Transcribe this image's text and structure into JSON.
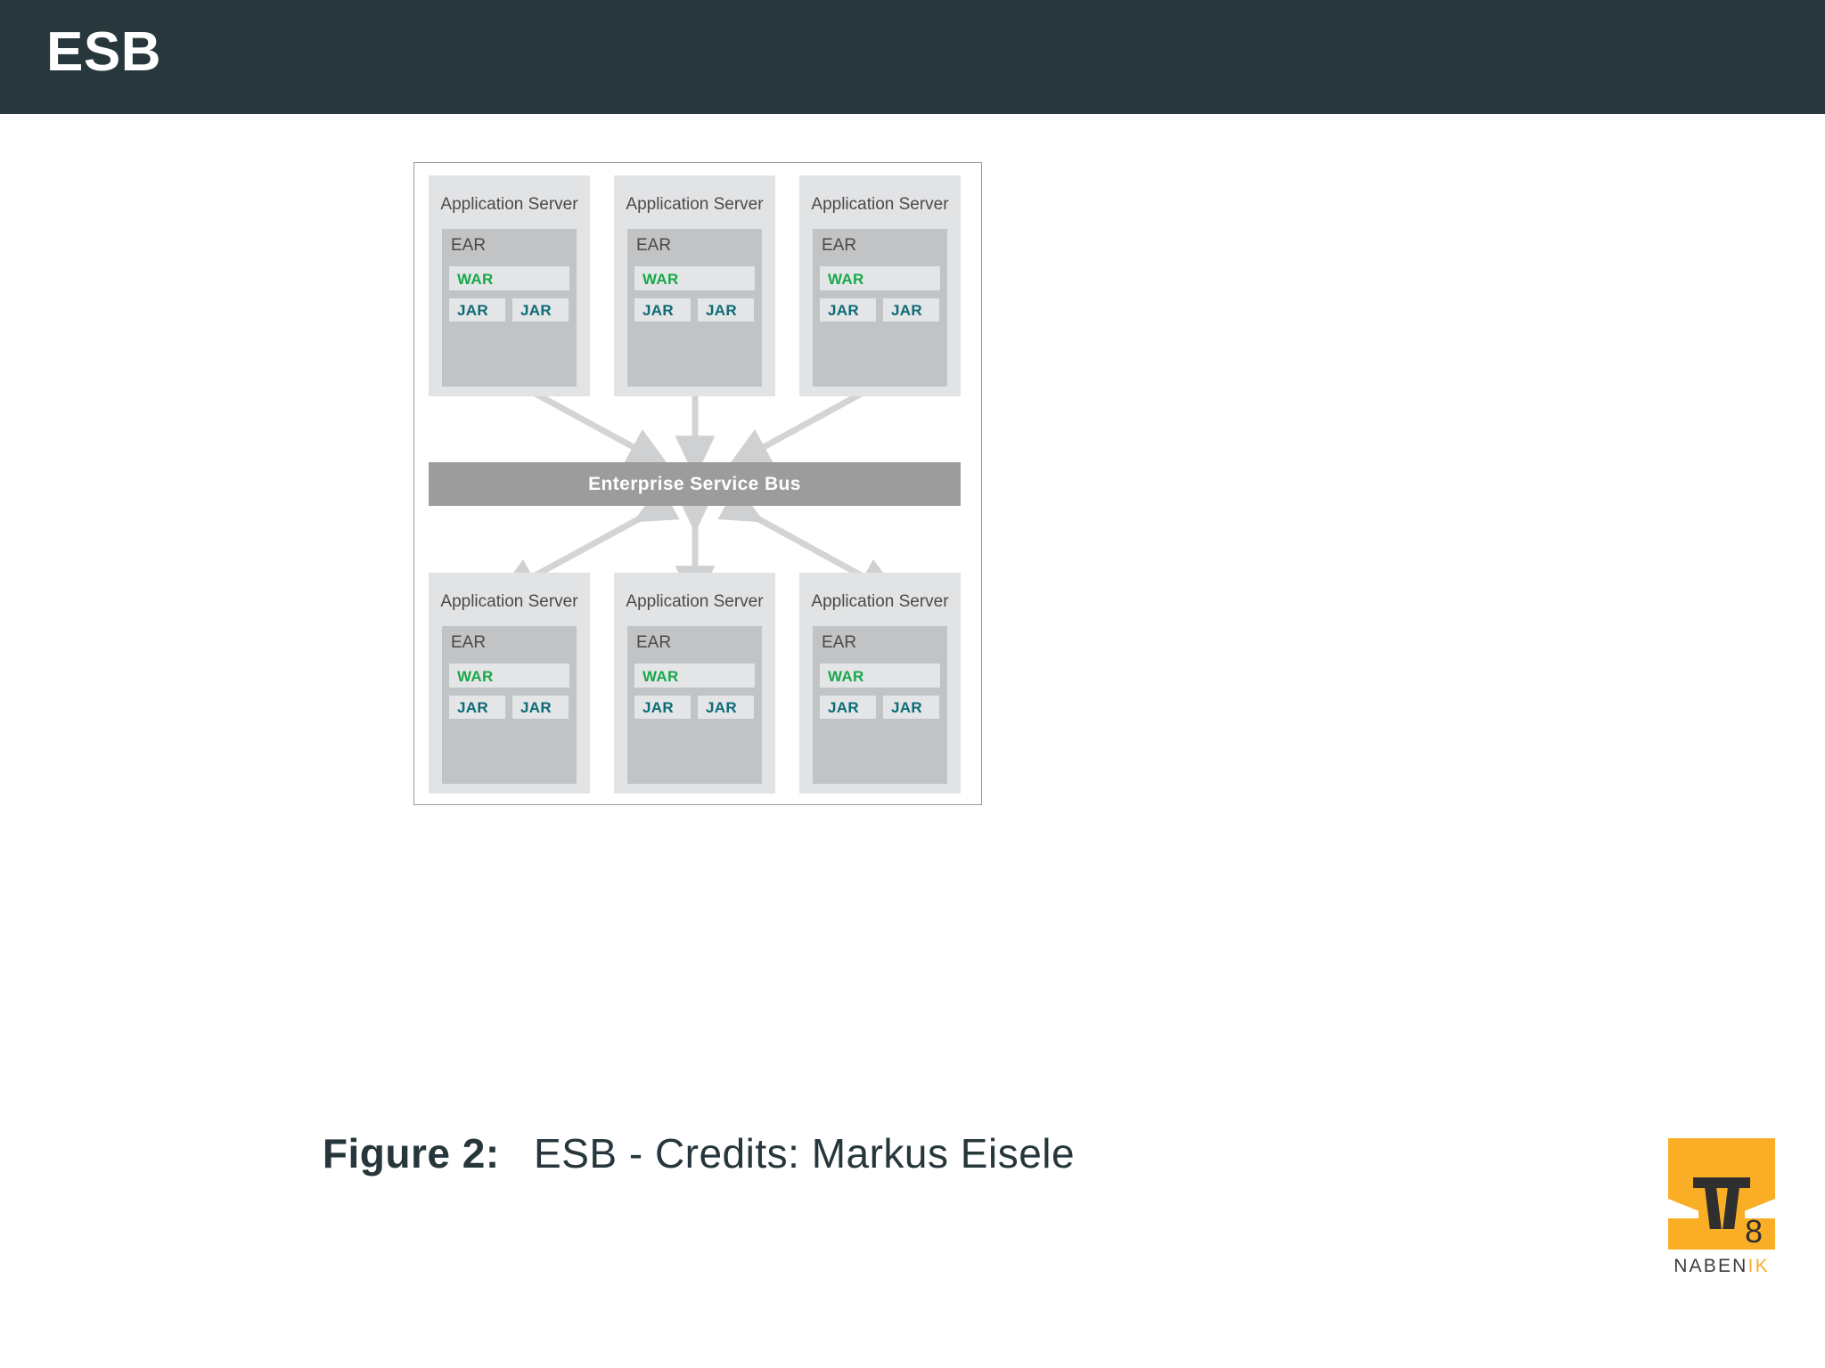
{
  "slide": {
    "title": "ESB",
    "header_color": "#27373b",
    "background_color": "#ffffff"
  },
  "figure": {
    "esb_bus": {
      "label": "Enterprise Service Bus",
      "color": "#9c9c9c",
      "text_color": "#ffffff"
    },
    "app_servers": [
      {
        "position": "top-left",
        "title": "Application Server",
        "ear": {
          "label": "EAR"
        },
        "war": {
          "label": "WAR",
          "color": "#17a84a"
        },
        "jars": [
          {
            "label": "JAR"
          },
          {
            "label": "JAR"
          }
        ]
      },
      {
        "position": "top-center",
        "title": "Application Server",
        "ear": {
          "label": "EAR"
        },
        "war": {
          "label": "WAR",
          "color": "#17a84a"
        },
        "jars": [
          {
            "label": "JAR"
          },
          {
            "label": "JAR"
          }
        ]
      },
      {
        "position": "top-right",
        "title": "Application Server",
        "ear": {
          "label": "EAR"
        },
        "war": {
          "label": "WAR",
          "color": "#17a84a"
        },
        "jars": [
          {
            "label": "JAR"
          },
          {
            "label": "JAR"
          }
        ]
      },
      {
        "position": "bottom-left",
        "title": "Application Server",
        "ear": {
          "label": "EAR"
        },
        "war": {
          "label": "WAR",
          "color": "#17a84a"
        },
        "jars": [
          {
            "label": "JAR"
          },
          {
            "label": "JAR"
          }
        ]
      },
      {
        "position": "bottom-center",
        "title": "Application Server",
        "ear": {
          "label": "EAR"
        },
        "war": {
          "label": "WAR",
          "color": "#17a84a"
        },
        "jars": [
          {
            "label": "JAR"
          },
          {
            "label": "JAR"
          }
        ]
      },
      {
        "position": "bottom-right",
        "title": "Application Server",
        "ear": {
          "label": "EAR"
        },
        "war": {
          "label": "WAR",
          "color": "#17a84a"
        },
        "jars": [
          {
            "label": "JAR"
          },
          {
            "label": "JAR"
          }
        ]
      }
    ],
    "connector_color": "#d3d4d6",
    "connector_count": 6,
    "connector_style": "double-headed-arrow"
  },
  "caption": {
    "label": "Figure 2:",
    "text": "ESB - Credits: Markus Eisele",
    "color": "#26363a"
  },
  "logo": {
    "word_primary": "NABEN",
    "word_accent": "IK",
    "accent_color": "#f9ae26",
    "page_number": "8"
  }
}
